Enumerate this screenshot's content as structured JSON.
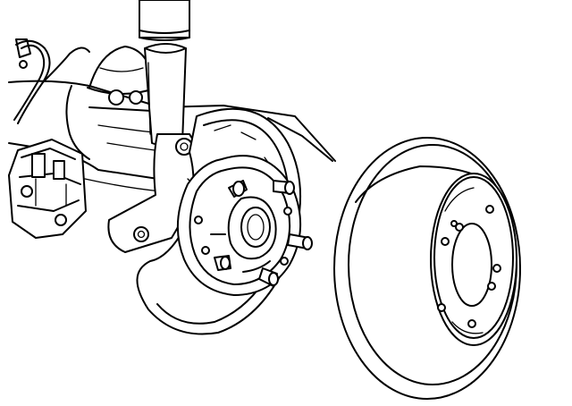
{
  "figure": {
    "kind": "line-art illustration",
    "stroke_color": "#000000",
    "background_color": "#ffffff",
    "parts": {
      "strut": "shock-absorber-strut",
      "abs_sensor_wire": "abs-sensor-wire",
      "brake_caliper": "brake-caliper-assembly",
      "knuckle": "steering-knuckle",
      "dust_shield": "brake-dust-shield",
      "hub": "wheel-hub",
      "wheel_studs_count": 5,
      "rotor": "brake-rotor-disc",
      "rotor_bolt_holes_count": 8
    }
  }
}
